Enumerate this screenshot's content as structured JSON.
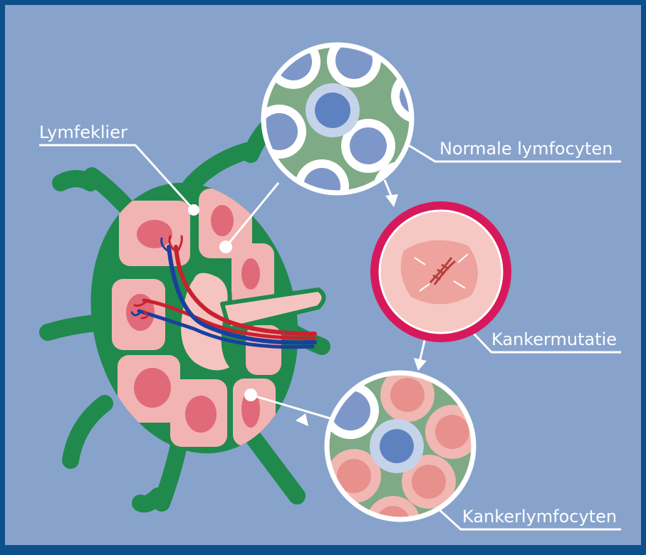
{
  "labels": {
    "lymph_node": "Lymfeklier",
    "normal_lymphocytes": "Normale lymfocyten",
    "cancer_mutation": "Kankermutatie",
    "cancer_lymphocytes": "Kankerlymfocyten"
  },
  "colors": {
    "background": "#87a3cc",
    "border": "#0d4f8b",
    "node_green": "#1f8a4c",
    "lobule_pink": "#f2b3b3",
    "lobule_core": "#e06a78",
    "mutation_ring": "#d7195c",
    "artery": "#c8222e",
    "vein": "#1a3f9e"
  },
  "icons": [
    "dna-icon"
  ]
}
